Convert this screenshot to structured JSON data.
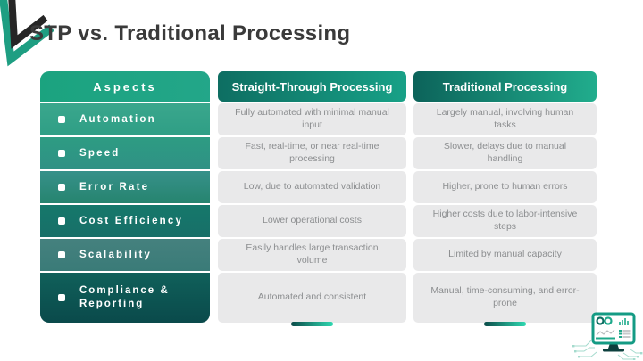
{
  "slide": {
    "title": "STP vs. Traditional Processing"
  },
  "table": {
    "headers": [
      "Aspects",
      "Straight-Through Processing",
      "Traditional Processing"
    ],
    "rows": [
      {
        "aspect": "Automation",
        "stp": "Fully automated with minimal manual input",
        "traditional": "Largely manual, involving human tasks"
      },
      {
        "aspect": "Speed",
        "stp": "Fast, real-time, or near real-time processing",
        "traditional": "Slower, delays due to manual handling"
      },
      {
        "aspect": "Error Rate",
        "stp": "Low, due to automated validation",
        "traditional": "Higher, prone to human errors"
      },
      {
        "aspect": "Cost Efficiency",
        "stp": "Lower operational costs",
        "traditional": "Higher costs due to labor-intensive steps"
      },
      {
        "aspect": "Scalability",
        "stp": "Easily handles large transaction volume",
        "traditional": "Limited by manual capacity"
      },
      {
        "aspect": "Compliance & Reporting",
        "stp": "Automated and consistent",
        "traditional": "Manual, time-consuming, and error-prone"
      }
    ]
  },
  "icons": {
    "bullet": "square-bullet-icon",
    "corner": "corner-ribbon-decoration",
    "monitor": "computer-analytics-illustration",
    "accent_bar": "gradient-underline-bar"
  },
  "colors": {
    "title-text": "#3A3A3A",
    "aspects-header-start": "#1BA37F",
    "aspects-header-end": "#23A689",
    "stp-header-start": "#0E6E62",
    "stp-header-end": "#18A187",
    "trad-header-start": "#0C635A",
    "trad-header-end": "#21AD8D",
    "row1a": "#3AA78D",
    "row1b": "#2F9E85",
    "row2a": "#2E9C83",
    "row2b": "#2F9184",
    "row3a": "#37918A",
    "row3b": "#26846F",
    "row4a": "#15786B",
    "row4b": "#186F68",
    "row5a": "#45817E",
    "row5b": "#3A7B78",
    "row6a": "#10605A",
    "row6b": "#0A4A4B",
    "cell-bg": "#E9E9EA",
    "cell-text": "#8C8E90",
    "accent-bar-start": "#0B4C49",
    "accent-bar-end": "#2FD8B1",
    "corner-green": "#1E9E82",
    "corner-dark": "#262626",
    "monitor-teal": "#149B84",
    "monitor-dark": "#0D403E",
    "circuit": "#A5DBCE"
  }
}
